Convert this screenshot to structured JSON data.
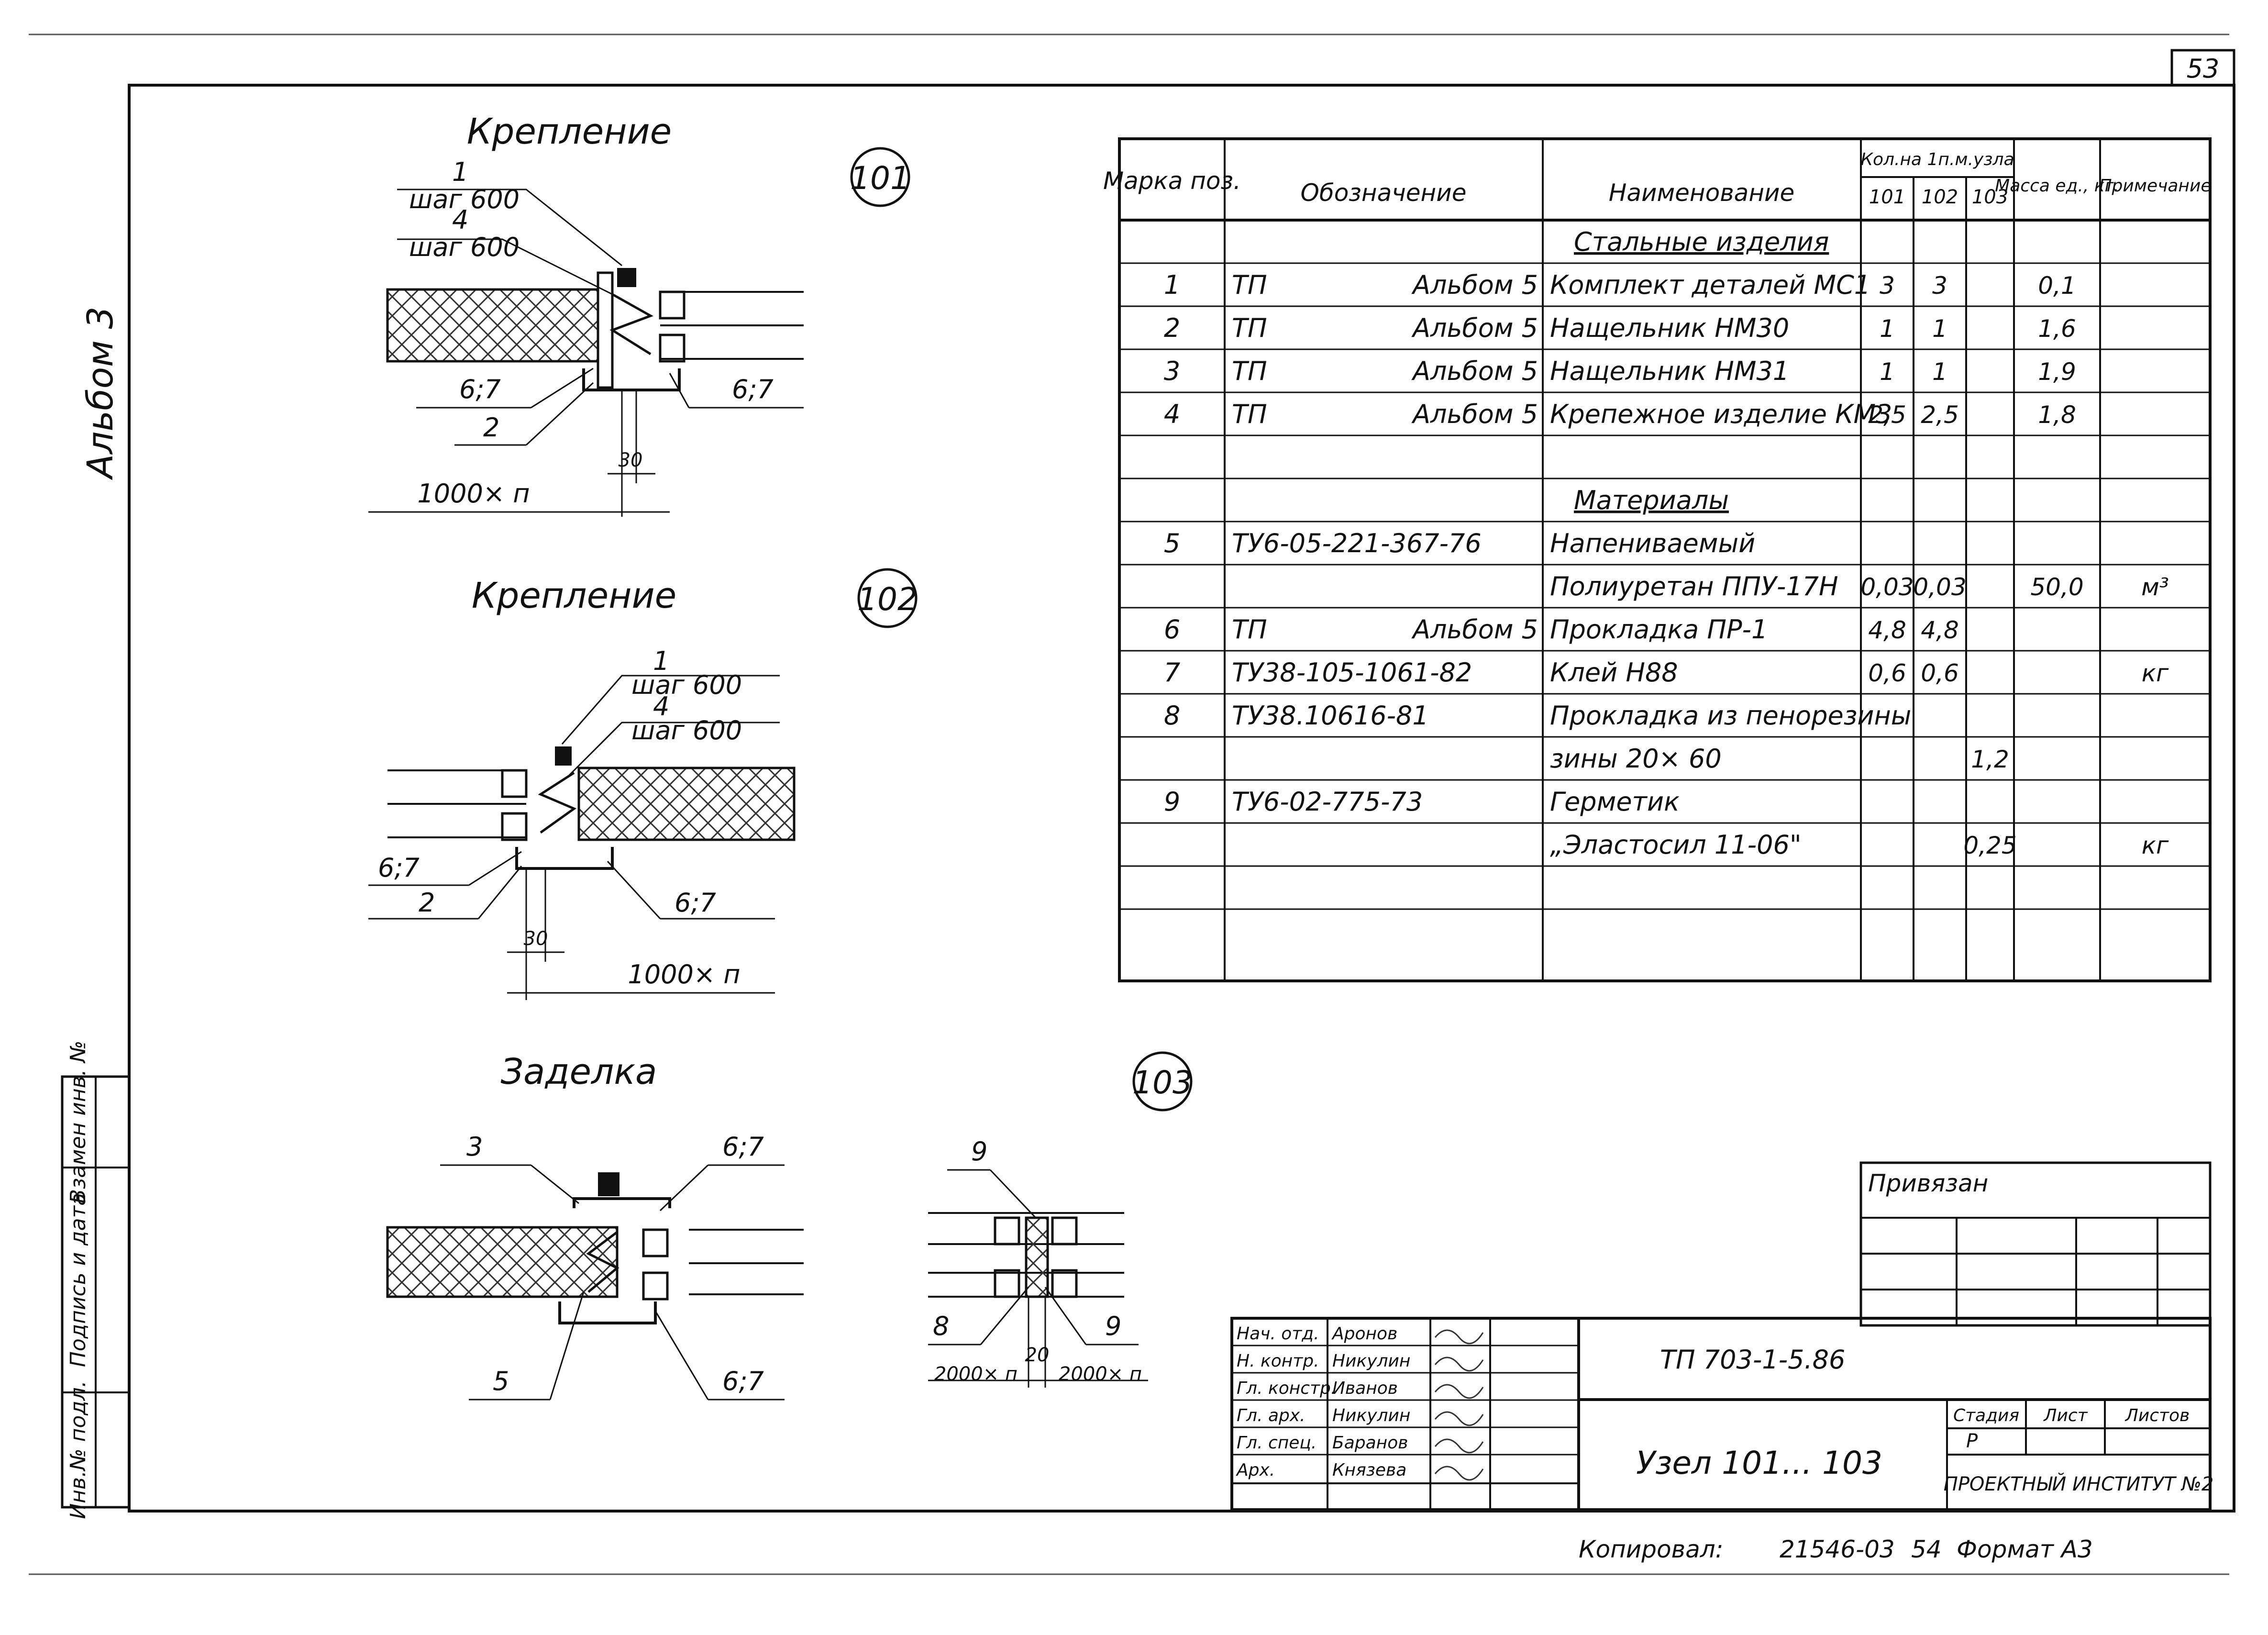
{
  "page_number": "53",
  "album_side": "Альбом 3",
  "details": {
    "d101": {
      "title": "Крепление",
      "marker": "101",
      "leaders": [
        "1",
        "шаг 600",
        "4",
        "шаг 600",
        "6;7",
        "6;7",
        "2"
      ],
      "dim_small": "30",
      "dim_long": "1000× п"
    },
    "d102": {
      "title": "Крепление",
      "marker": "102",
      "leaders": [
        "1",
        "шаг 600",
        "4",
        "шаг 600",
        "6;7",
        "2",
        "6;7"
      ],
      "dim_small": "30",
      "dim_long": "1000× п"
    },
    "d103": {
      "title": "Заделка",
      "marker": "103",
      "leaders": [
        "3",
        "6;7",
        "5",
        "6;7"
      ],
      "joint_leaders": [
        "9",
        "8",
        "9"
      ],
      "dim_small": "20",
      "dim_left": "2000× п",
      "dim_right": "2000× п"
    }
  },
  "spec_table": {
    "headers": {
      "mark": "Марка поз.",
      "designation": "Обозначение",
      "name": "Наименование",
      "qty_group": "Кол.на 1п.м.узла",
      "q101": "101",
      "q102": "102",
      "q103": "103",
      "mass": "Масса ед., кг.",
      "note": "Примечание"
    },
    "rows": [
      {
        "mark": "",
        "des": "",
        "des_r": "",
        "name": "Стальные изделия",
        "q101": "",
        "q102": "",
        "q103": "",
        "mass": "",
        "note": "",
        "section": true
      },
      {
        "mark": "1",
        "des": "ТП",
        "des_r": "Альбом 5",
        "name": "Комплект деталей МС1",
        "q101": "3",
        "q102": "3",
        "q103": "",
        "mass": "0,1",
        "note": ""
      },
      {
        "mark": "2",
        "des": "ТП",
        "des_r": "Альбом 5",
        "name": "Нащельник НМ30",
        "q101": "1",
        "q102": "1",
        "q103": "",
        "mass": "1,6",
        "note": ""
      },
      {
        "mark": "3",
        "des": "ТП",
        "des_r": "Альбом 5",
        "name": "Нащельник НМ31",
        "q101": "1",
        "q102": "1",
        "q103": "",
        "mass": "1,9",
        "note": ""
      },
      {
        "mark": "4",
        "des": "ТП",
        "des_r": "Альбом 5",
        "name": "Крепежное изделие КМ3",
        "q101": "2,5",
        "q102": "2,5",
        "q103": "",
        "mass": "1,8",
        "note": ""
      },
      {
        "mark": "",
        "des": "",
        "des_r": "",
        "name": "",
        "q101": "",
        "q102": "",
        "q103": "",
        "mass": "",
        "note": ""
      },
      {
        "mark": "",
        "des": "",
        "des_r": "",
        "name": "Материалы",
        "q101": "",
        "q102": "",
        "q103": "",
        "mass": "",
        "note": "",
        "section": true
      },
      {
        "mark": "5",
        "des": "ТУ6-05-221-367-76",
        "des_r": "",
        "name": "Напениваемый",
        "q101": "",
        "q102": "",
        "q103": "",
        "mass": "",
        "note": ""
      },
      {
        "mark": "",
        "des": "",
        "des_r": "",
        "name": "Полиуретан ППУ-17Н",
        "q101": "0,03",
        "q102": "0,03",
        "q103": "",
        "mass": "50,0",
        "note": "м³"
      },
      {
        "mark": "6",
        "des": "ТП",
        "des_r": "Альбом 5",
        "name": "Прокладка ПР-1",
        "q101": "4,8",
        "q102": "4,8",
        "q103": "",
        "mass": "",
        "note": ""
      },
      {
        "mark": "7",
        "des": "ТУ38-105-1061-82",
        "des_r": "",
        "name": "Клей Н88",
        "q101": "0,6",
        "q102": "0,6",
        "q103": "",
        "mass": "",
        "note": "кг"
      },
      {
        "mark": "8",
        "des": "ТУ38.10616-81",
        "des_r": "",
        "name": "Прокладка из пенорезины",
        "q101": "",
        "q102": "",
        "q103": "",
        "mass": "",
        "note": ""
      },
      {
        "mark": "",
        "des": "",
        "des_r": "",
        "name": "зины 20× 60",
        "q101": "",
        "q102": "",
        "q103": "1,2",
        "mass": "",
        "note": ""
      },
      {
        "mark": "9",
        "des": "ТУ6-02-775-73",
        "des_r": "",
        "name": "Герметик",
        "q101": "",
        "q102": "",
        "q103": "",
        "mass": "",
        "note": ""
      },
      {
        "mark": "",
        "des": "",
        "des_r": "",
        "name": "„Эластосил 11-06\"",
        "q101": "",
        "q102": "",
        "q103": "0,25",
        "mass": "",
        "note": "кг"
      },
      {
        "mark": "",
        "des": "",
        "des_r": "",
        "name": "",
        "q101": "",
        "q102": "",
        "q103": "",
        "mass": "",
        "note": ""
      },
      {
        "mark": "",
        "des": "",
        "des_r": "",
        "name": "",
        "q101": "",
        "q102": "",
        "q103": "",
        "mass": "",
        "note": ""
      }
    ]
  },
  "privyazan_label": "Привязан",
  "title_block": {
    "signatures": [
      {
        "role": "Нач. отд.",
        "name": "Аронов"
      },
      {
        "role": "Н. контр.",
        "name": "Никулин"
      },
      {
        "role": "Гл. констр.",
        "name": "Иванов"
      },
      {
        "role": "Гл. арх.",
        "name": "Никулин"
      },
      {
        "role": "Гл. спец.",
        "name": "Баранов"
      },
      {
        "role": "Арх.",
        "name": "Князева"
      }
    ],
    "project_code": "ТП 703-1-5.86",
    "sheet_title": "Узел 101... 103",
    "stage_label": "Стадия",
    "sheet_label": "Лист",
    "sheets_label": "Листов",
    "stage_value": "Р",
    "institute": "ПРОЕКТНЫЙ ИНСТИТУТ №2"
  },
  "left_stamp": [
    "Инв.№ подл.",
    "Подпись и дата",
    "Взамен инв. №"
  ],
  "footer": {
    "copied": "Копировал:",
    "copy_number": "21546-03",
    "sheet_num": "54",
    "format": "Формат А3"
  },
  "colors": {
    "ink": "#111111",
    "hatch": "#333333",
    "paper": "#ffffff"
  }
}
